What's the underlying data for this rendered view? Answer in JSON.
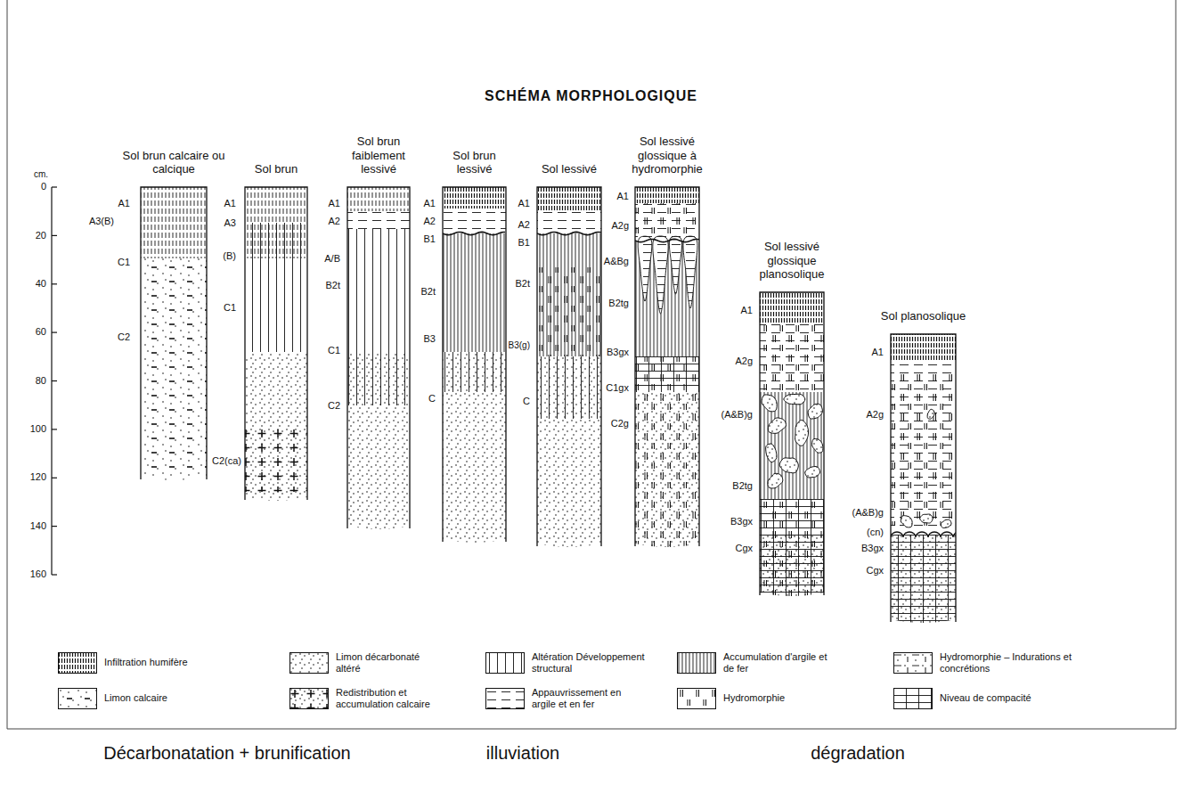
{
  "diagram": {
    "title": "SCHÉMA MORPHOLOGIQUE",
    "nodes": [
      {
        "text": [
          "Sol brun calcaire ou calcique",
          "A1",
          "A3(B)",
          "C1",
          "C2"
        ]
      },
      {
        "text": [
          "Sol brun",
          "A1",
          "A3",
          "(B)",
          "C1",
          "C2(ca)"
        ]
      },
      {
        "text": [
          "Sol brun faiblement lessivé",
          "A1",
          "A2",
          "A/B",
          "B2t",
          "C1",
          "C2"
        ]
      },
      {
        "text": [
          "Sol brun lessivé",
          "A1",
          "A2",
          "B1",
          "B2t",
          "B3",
          "C"
        ]
      },
      {
        "text": [
          "Sol lessivé",
          "A1",
          "A2",
          "B1",
          "B2t",
          "B3(g)",
          "C"
        ]
      },
      {
        "text": [
          "Sol lessivé glossique à hydromorphie",
          "A1",
          "A2g",
          "A&Bg",
          "B2tg",
          "B3gx",
          "C1gx",
          "C2g"
        ]
      },
      {
        "text": [
          "Sol lessivé glossique planosolique",
          "A1",
          "A2g",
          "(A&B)g",
          "B2tg",
          "B3gx",
          "Cgx"
        ]
      },
      {
        "text": [
          "Sol planosolique",
          "A1",
          "A2g",
          "(A&B)g",
          "(cn)",
          "B3gx",
          "Cgx"
        ]
      }
    ],
    "labels": [
      "0",
      "cm.",
      "20",
      "40",
      "60",
      "80",
      "100",
      "120",
      "140",
      "160",
      "Décarbonatation + brunification",
      "illuviation",
      "dégradation"
    ],
    "legend": [
      {
        "text": "Infiltration humifère"
      },
      {
        "text": "Limon décarbonaté altéré"
      },
      {
        "text": "Altération Développement structural"
      },
      {
        "text": "Accumulation d'argile et de fer"
      },
      {
        "text": "Hydromorphie – Indurations et concrétions"
      },
      {
        "text": "Limon calcaire"
      },
      {
        "text": "Redistribution et accumulation calcaire"
      },
      {
        "text": "Appauvrissement en argile et en fer"
      },
      {
        "text": "Hydromorphie"
      },
      {
        "text": "Niveau de compacité"
      }
    ]
  }
}
